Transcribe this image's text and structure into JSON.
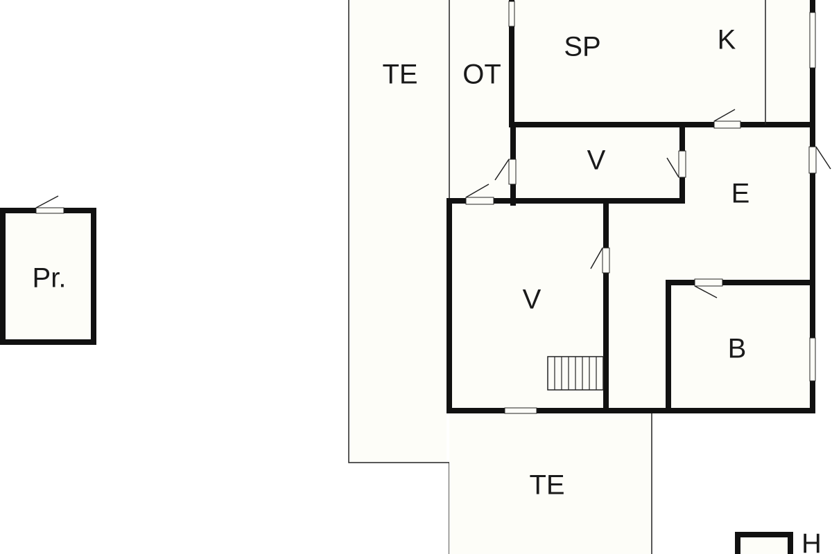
{
  "rooms": {
    "te_left": "TE",
    "ot": "OT",
    "sp": "SP",
    "k": "K",
    "v_hall": "V",
    "e": "E",
    "v_room": "V",
    "b": "B",
    "te_bottom": "TE",
    "pr": "Pr.",
    "h": "H"
  },
  "colors": {
    "wall": "#111111",
    "floor": "#fdfdf8",
    "background": "#ffffff"
  }
}
